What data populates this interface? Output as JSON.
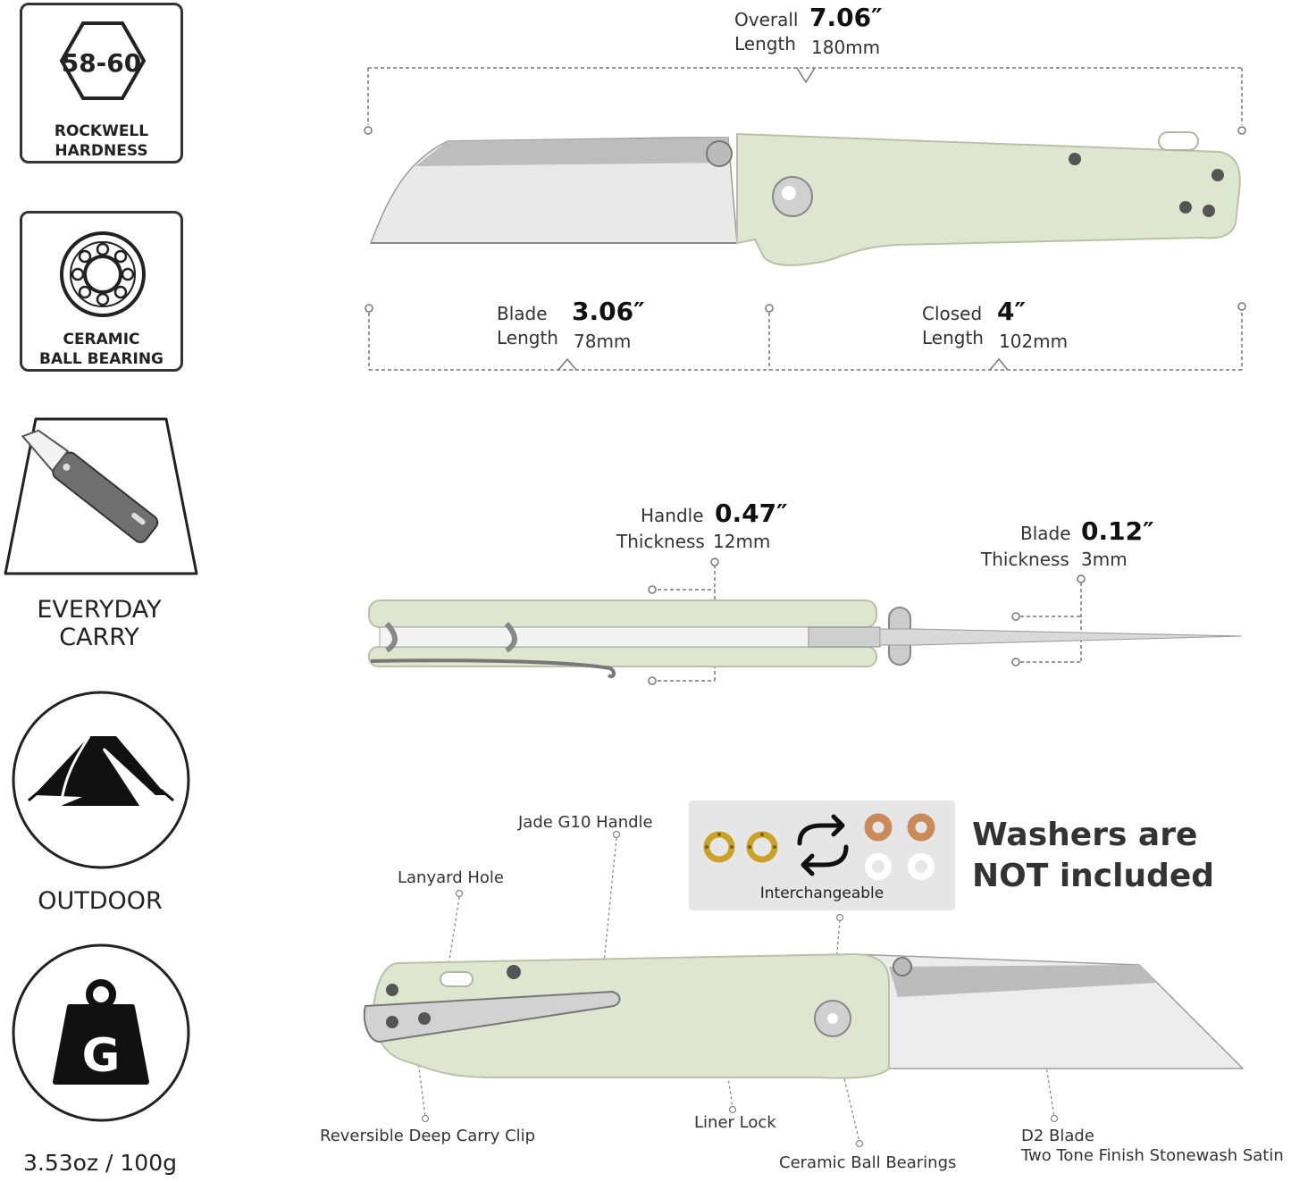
{
  "sidebar": {
    "hardness": {
      "value": "58-60",
      "line1": "ROCKWELL",
      "line2": "HARDNESS"
    },
    "bearing": {
      "line1": "CERAMIC",
      "line2": "BALL BEARING"
    },
    "edc": {
      "line1": "EVERYDAY",
      "line2": "CARRY"
    },
    "outdoor": {
      "label": "OUTDOOR"
    },
    "weight": {
      "glyph": "G",
      "label": "3.53oz / 100g"
    }
  },
  "dimensions": {
    "overall": {
      "word1": "Overall",
      "word2": "Length",
      "inch": "7.06″",
      "mm": "180mm"
    },
    "blade_length": {
      "word1": "Blade",
      "word2": "Length",
      "inch": "3.06″",
      "mm": "78mm"
    },
    "closed_length": {
      "word1": "Closed",
      "word2": "Length",
      "inch": "4″",
      "mm": "102mm"
    },
    "handle_thickness": {
      "word1": "Handle",
      "word2": "Thickness",
      "inch": "0.47″",
      "mm": "12mm"
    },
    "blade_thickness": {
      "word1": "Blade",
      "word2": "Thickness",
      "inch": "0.12″",
      "mm": "3mm"
    }
  },
  "features": {
    "jade_handle": "Jade G10 Handle",
    "lanyard": "Lanyard Hole",
    "clip": "Reversible Deep Carry Clip",
    "liner": "Liner Lock",
    "bearings": "Ceramic Ball Bearings",
    "d2_line1": "D2 Blade",
    "d2_line2": "Two Tone Finish Stonewash Satin"
  },
  "washers": {
    "caption": "Interchangeable",
    "note_line1": "Washers are",
    "note_line2": "NOT included"
  },
  "colors": {
    "handle": "#dfe6cf",
    "blade": "#e6e6e6",
    "dim_line": "#777777"
  },
  "icons": [
    "hexagon-icon",
    "ball-bearing-icon",
    "knife-icon",
    "tent-icon",
    "weight-icon",
    "swap-arrows-icon"
  ]
}
